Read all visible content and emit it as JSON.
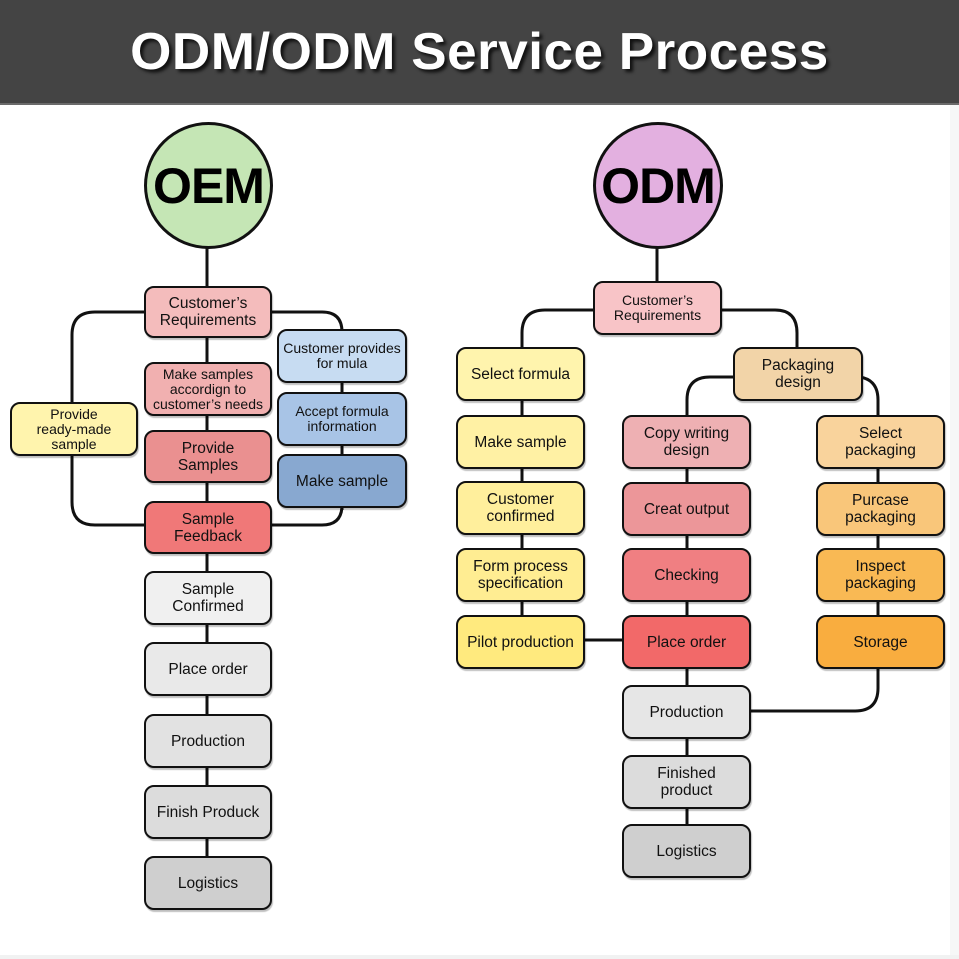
{
  "header": {
    "title": "ODM/ODM Service Process"
  },
  "colors": {
    "header_bg": "#444444",
    "oem_circle": "#c5e6b5",
    "odm_circle": "#e3b0e0",
    "pink_light": "#f4bcbc",
    "pink_mid": "#ee9f9f",
    "red_mid": "#f07f7f",
    "red_strong": "#f26969",
    "yellow": "#fff3a8",
    "blue_light": "#c7dcf2",
    "blue_mid": "#a6c3e4",
    "blue_dark": "#88a8d0",
    "grey_light": "#f0f0f0",
    "grey_mid": "#e2e2e2",
    "grey_dark": "#cfcfcf",
    "orange_light": "#f8d39c",
    "orange_mid": "#f9bf6c",
    "orange_strong": "#f9ad3f",
    "tan": "#f0d3a8"
  },
  "oem": {
    "label": "OEM",
    "customer_requirements": "Customer’s\nRequirements",
    "make_samples": "Make samples\naccordign to\ncustomer’s needs",
    "provide_samples": "Provide\nSamples",
    "sample_feedback": "Sample\nFeedback",
    "ready_made": "Provide\nready-made\nsample",
    "customer_formula": "Customer provides\nfor mula",
    "accept_formula": "Accept formula\ninformation",
    "make_sample": "Make sample",
    "sample_confirmed": "Sample\nConfirmed",
    "place_order": "Place order",
    "production": "Production",
    "finish_product": "Finish Produck",
    "logistics": "Logistics"
  },
  "odm": {
    "label": "ODM",
    "customer_requirements": "Customer’s\nRequirements",
    "select_formula": "Select formula",
    "make_sample": "Make sample",
    "customer_confirmed": "Customer\nconfirmed",
    "form_process": "Form process\nspecification",
    "pilot_production": "Pilot production",
    "packaging_design": "Packaging\ndesign",
    "copy_writing": "Copy writing\ndesign",
    "creat_output": "Creat output",
    "checking": "Checking",
    "place_order": "Place order",
    "select_packaging": "Select\npackaging",
    "purcase_packaging": "Purcase\npackaging",
    "inspect_packaging": "Inspect\npackaging",
    "storage": "Storage",
    "production": "Production",
    "finished_product": "Finished\nproduct",
    "logistics": "Logistics"
  }
}
